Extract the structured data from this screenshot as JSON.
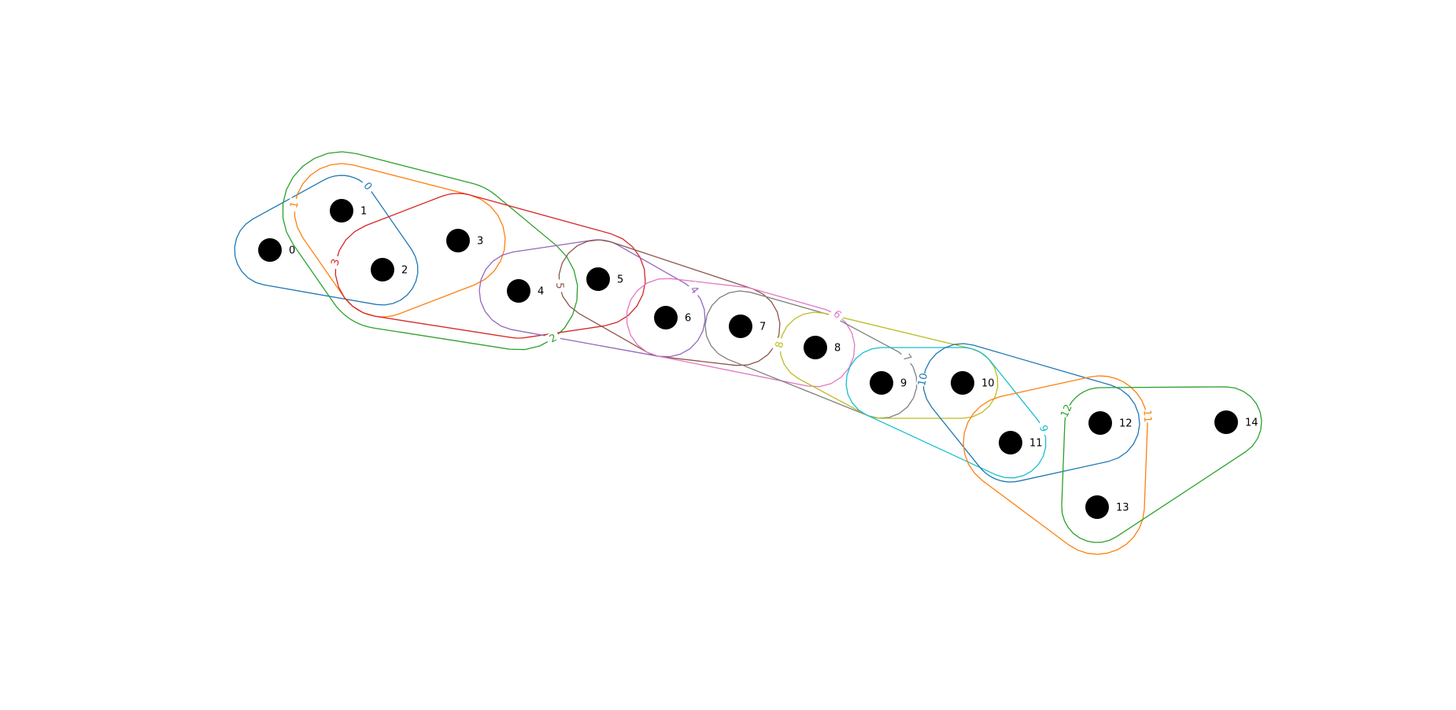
{
  "hypergraph": {
    "nodes": [
      {
        "id": "0",
        "label": "0"
      },
      {
        "id": "1",
        "label": "1"
      },
      {
        "id": "2",
        "label": "2"
      },
      {
        "id": "3",
        "label": "3"
      },
      {
        "id": "4",
        "label": "4"
      },
      {
        "id": "5",
        "label": "5"
      },
      {
        "id": "6",
        "label": "6"
      },
      {
        "id": "7",
        "label": "7"
      },
      {
        "id": "8",
        "label": "8"
      },
      {
        "id": "9",
        "label": "9"
      },
      {
        "id": "10",
        "label": "10"
      },
      {
        "id": "11",
        "label": "11"
      },
      {
        "id": "12",
        "label": "12"
      },
      {
        "id": "13",
        "label": "13"
      },
      {
        "id": "14",
        "label": "14"
      }
    ],
    "hyperedges": [
      {
        "label": "0",
        "color": "#1f77b4",
        "members": [
          "0",
          "1",
          "2"
        ]
      },
      {
        "label": "1",
        "color": "#ff7f0e",
        "members": [
          "1",
          "2",
          "3"
        ]
      },
      {
        "label": "2",
        "color": "#2ca02c",
        "members": [
          "1",
          "2",
          "3",
          "4"
        ]
      },
      {
        "label": "3",
        "color": "#d62728",
        "members": [
          "2",
          "3",
          "4",
          "5"
        ]
      },
      {
        "label": "4",
        "color": "#9467bd",
        "members": [
          "4",
          "5",
          "6"
        ]
      },
      {
        "label": "5",
        "color": "#8c564b",
        "members": [
          "5",
          "6",
          "7"
        ]
      },
      {
        "label": "6",
        "color": "#e377c2",
        "members": [
          "6",
          "7",
          "8"
        ]
      },
      {
        "label": "7",
        "color": "#7f7f7f",
        "members": [
          "7",
          "8",
          "9"
        ]
      },
      {
        "label": "8",
        "color": "#bcbd22",
        "members": [
          "8",
          "9",
          "10"
        ]
      },
      {
        "label": "9",
        "color": "#17becf",
        "members": [
          "9",
          "10",
          "11"
        ]
      },
      {
        "label": "10",
        "color": "#1f77b4",
        "members": [
          "10",
          "11",
          "12"
        ]
      },
      {
        "label": "11",
        "color": "#ff7f0e",
        "members": [
          "11",
          "12",
          "13"
        ]
      },
      {
        "label": "12",
        "color": "#2ca02c",
        "members": [
          "12",
          "13",
          "14"
        ]
      }
    ]
  }
}
